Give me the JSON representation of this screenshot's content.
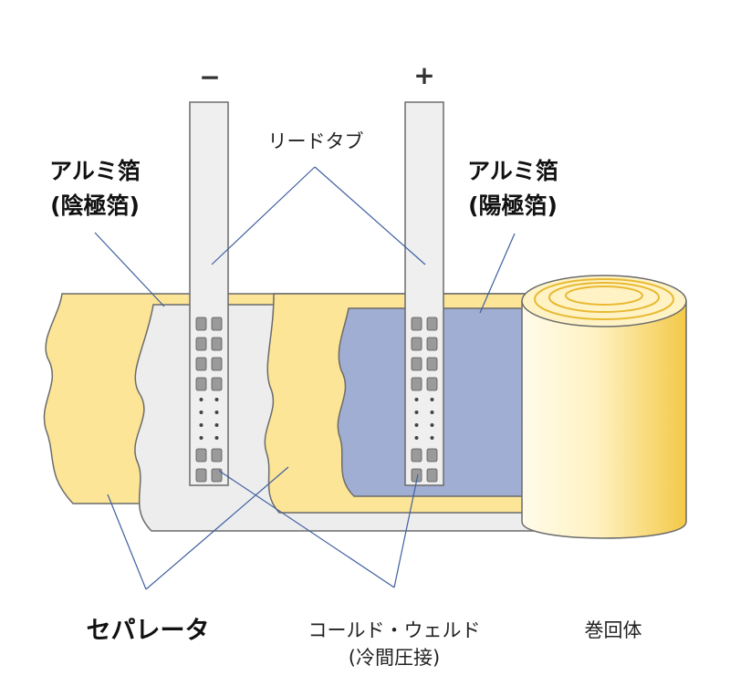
{
  "colors": {
    "foil_yellow": "#FCE596",
    "separator_gray": "#EDEDED",
    "anode_blue": "#A1AED3",
    "outline": "#6b6b6b",
    "leader_line": "#3f5fa0",
    "tab_fill": "#EFEFEF",
    "weld_dot": "#9a9a9a"
  },
  "terminals": {
    "negative": "−",
    "positive": "+"
  },
  "labels": {
    "lead_tab": "リードタブ",
    "cathode_foil_line1": "アルミ箔",
    "cathode_foil_line2": "(陰極箔)",
    "anode_foil_line1": "アルミ箔",
    "anode_foil_line2": "(陽極箔)",
    "separator": "セパレータ",
    "cold_weld_line1": "コールド・ウェルド",
    "cold_weld_line2": "(冷間圧接)",
    "wound_body": "巻回体"
  },
  "icons": {
    "weld_square": "rounded-square",
    "weld_dot": "dot"
  }
}
